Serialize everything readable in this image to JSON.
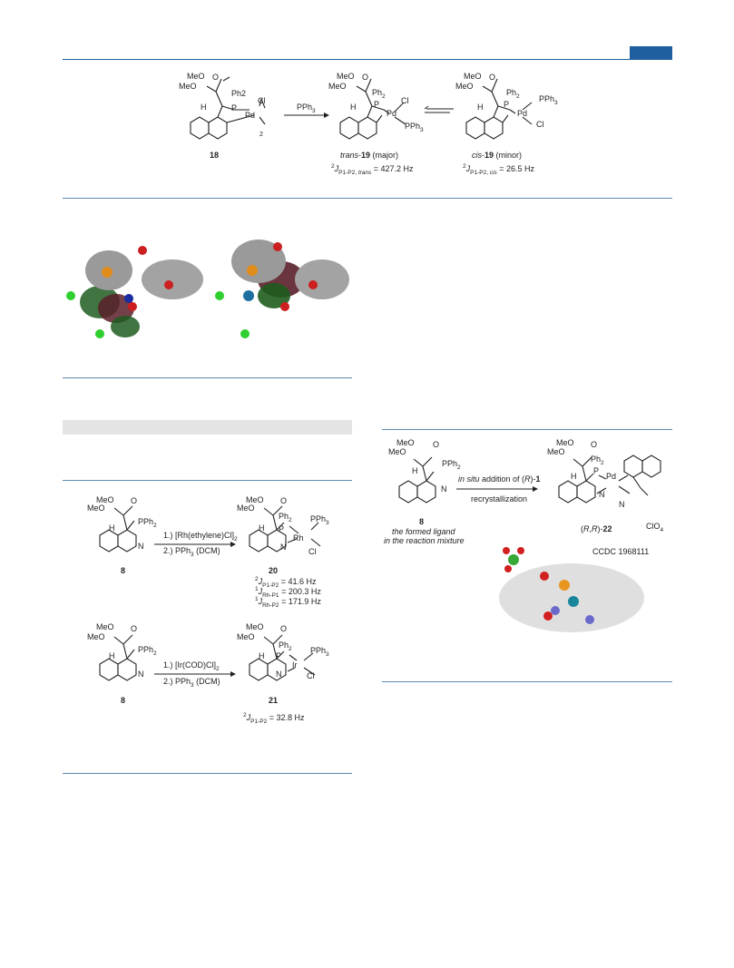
{
  "header": {
    "accent_color": "#1f5f9e",
    "rule_color": "#5a8bb5"
  },
  "scheme1": {
    "c18_label": "18",
    "reagent": "PPh3",
    "trans_label": "trans-19 (major)",
    "trans_j": "2JP1-P2, trans = 427.2 Hz",
    "cis_label": "cis-19 (minor)",
    "cis_j": "2JP1-P2, cis = 26.5 Hz",
    "atoms": {
      "meo2c": "MeO",
      "meo": "MeO",
      "o": "O",
      "ph2": "Ph2",
      "p": "P",
      "pd": "Pd",
      "cl": "Cl",
      "h": "H",
      "pph3": "PPh3",
      "two": "2"
    }
  },
  "scheme2": {
    "ligand_label": "8",
    "ligand_caption_1": "the formed ligand",
    "ligand_caption_2": "in the reaction mixture",
    "step1": "in situ addition of (R)-1",
    "step2": "recrystallization",
    "product_label": "(R,R)-22",
    "ccdc": "CCDC 1968111",
    "clo4": "ClO4",
    "n": "N"
  },
  "scheme3": {
    "rh_step1": "1.) [Rh(ethylene)Cl]2",
    "rh_step2": "2.) PPh3 (DCM)",
    "rh_ligand": "8",
    "rh_product": "20",
    "rh_j1": "2JP1-P2 = 41.6 Hz",
    "rh_j2": "1JRh-P1 = 200.3 Hz",
    "rh_j3": "1JRh-P2 = 171.9 Hz",
    "ir_step1": "1.) [Ir(COD)Cl]2",
    "ir_step2": "2.) PPh3 (DCM)",
    "ir_ligand": "8",
    "ir_product": "21",
    "ir_j": "2JP1-P2 = 32.8 Hz",
    "rh": "Rh",
    "ir": "Ir",
    "pph2": "PPh2"
  }
}
